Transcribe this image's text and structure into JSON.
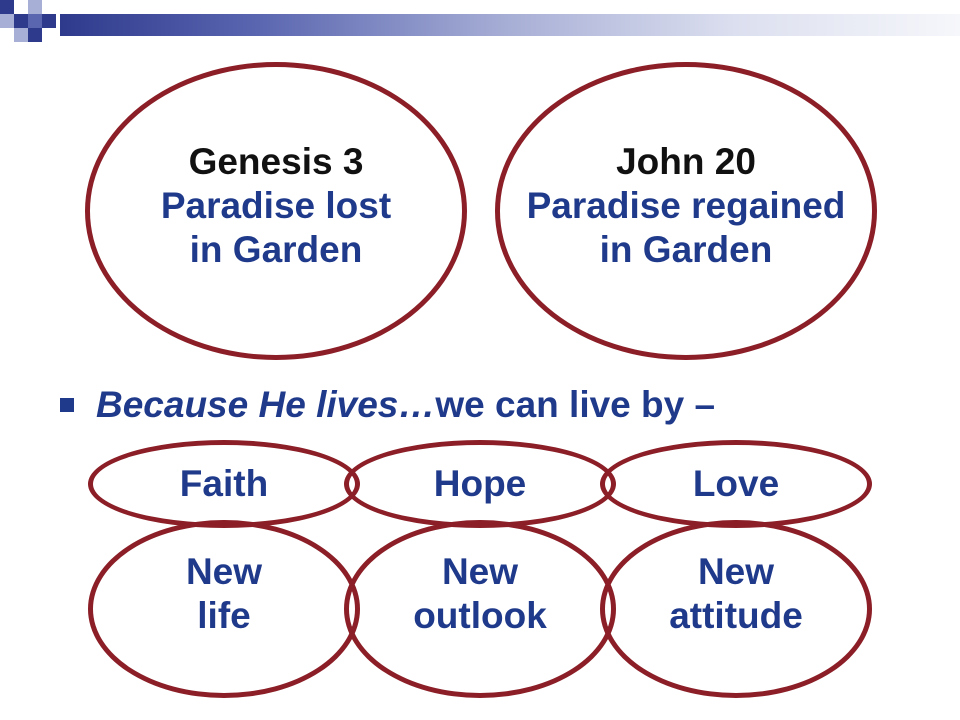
{
  "slide": {
    "top_left": {
      "reference": "Genesis 3",
      "line1": "Paradise lost",
      "line2": "in Garden"
    },
    "top_right": {
      "reference": "John 20",
      "line1": "Paradise regained",
      "line2": "in Garden"
    },
    "bullet": {
      "italic_part": "Because He lives…",
      "rest": "we can live by –"
    },
    "virtues": [
      "Faith",
      "Hope",
      "Love"
    ],
    "outcomes": [
      {
        "line1": "New",
        "line2": "life"
      },
      {
        "line1": "New",
        "line2": "outlook"
      },
      {
        "line1": "New",
        "line2": "attitude"
      }
    ]
  },
  "colors": {
    "oval_border": "#8b1e26",
    "blue_text": "#1f3a8a",
    "header_navy": "#2e3a8c"
  }
}
